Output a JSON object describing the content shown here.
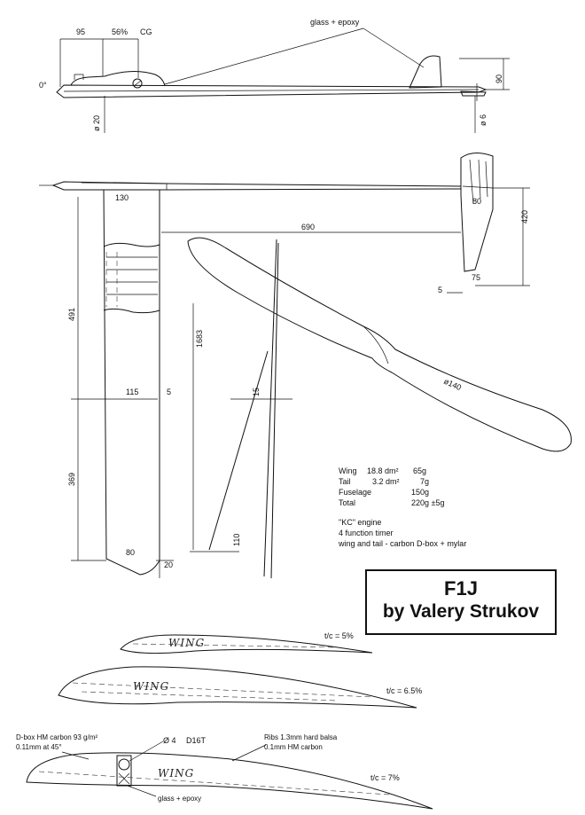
{
  "title": {
    "line1": "F1J",
    "line2": "by Valery Strukov"
  },
  "side_view": {
    "dim_95": "95",
    "dim_56": "56%",
    "cg": "CG",
    "angle_0": "0°",
    "glass_epoxy": "glass + epoxy",
    "dia_20": "ø 20",
    "dia_6": "ø 6",
    "dim_90": "90"
  },
  "top_view": {
    "dim_130": "130",
    "dim_690": "690",
    "dim_420": "420",
    "dim_80_tail": "80",
    "dim_75": "75",
    "dim_5_tail": "5",
    "dim_491": "491",
    "dim_1683": "1683",
    "dim_115": "115",
    "dim_5_wing": "5",
    "dim_15": "15",
    "dim_369": "369",
    "dim_110": "110",
    "dim_80_tip": "80",
    "dim_20": "20"
  },
  "prop": {
    "dia": "ø140"
  },
  "specs": {
    "rows": [
      {
        "name": "Wing",
        "area": "18.8 dm²",
        "mass": "65g"
      },
      {
        "name": "Tail",
        "area": "3.2 dm²",
        "mass": "7g"
      },
      {
        "name": "Fuselage",
        "area": "",
        "mass": "150g"
      },
      {
        "name": "Total",
        "area": "",
        "mass": "220g ±5g"
      }
    ],
    "notes": [
      "\"KC\" engine",
      "4 function timer",
      "wing and tail - carbon D-box + mylar"
    ]
  },
  "sections": {
    "wing_label": "WING",
    "tc_5": "t/c = 5%",
    "tc_65": "t/c = 6.5%",
    "tc_7": "t/c = 7%",
    "dbox_line1": "D-box  HM carbon 93 g/m²",
    "dbox_line2": "0.11mm at 45°",
    "spar": "Ø 4",
    "spar_mat": "D16T",
    "ribs_line1": "Ribs  1.3mm hard balsa",
    "ribs_line2": "0.1mm HM carbon",
    "glass_epoxy": "glass + epoxy"
  }
}
